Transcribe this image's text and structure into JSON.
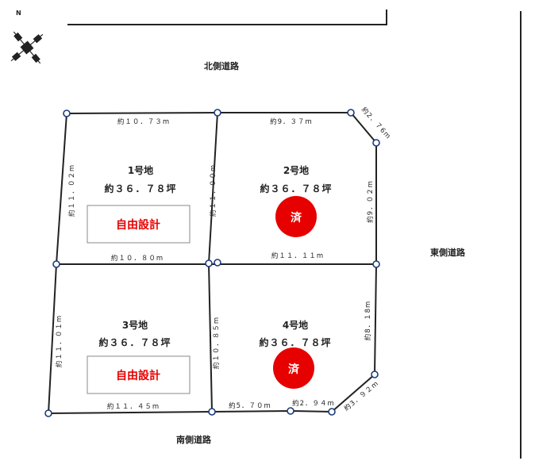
{
  "compass": {
    "north_letter": "N"
  },
  "roads": {
    "north": "北側道路",
    "east": "東側道路",
    "south": "南側道路"
  },
  "lots": [
    {
      "id": "lot1",
      "name": "1号地",
      "area": "約３６．７８坪",
      "status_label": "自由設計",
      "status": "free"
    },
    {
      "id": "lot2",
      "name": "2号地",
      "area": "約３６．７８坪",
      "status_label": "済",
      "status": "sold"
    },
    {
      "id": "lot3",
      "name": "3号地",
      "area": "約３６．７８坪",
      "status_label": "自由設計",
      "status": "free"
    },
    {
      "id": "lot4",
      "name": "4号地",
      "area": "約３６．７８坪",
      "status_label": "済",
      "status": "sold"
    }
  ],
  "dimensions": {
    "lot1_top": "約１０．７３m",
    "lot2_top": "約9．３７m",
    "corner_ne": "約2．７6m",
    "lot1_left": "約１１．０２m",
    "lot1_2_divider": "約１１．００m",
    "lot2_right": "約9．０２m",
    "lot1_bottom": "約１０．８０m",
    "lot2_bottom": "約１１．１１m",
    "lot3_left": "約１１．０１m",
    "lot3_4_divider": "約１０．８５m",
    "lot4_right": "約8．１8m",
    "lot3_bottom": "約１１．４５m",
    "lot4_bottom_a": "約5．７０m",
    "lot4_bottom_b": "約2．９４m",
    "corner_se": "約3．９２m"
  }
}
